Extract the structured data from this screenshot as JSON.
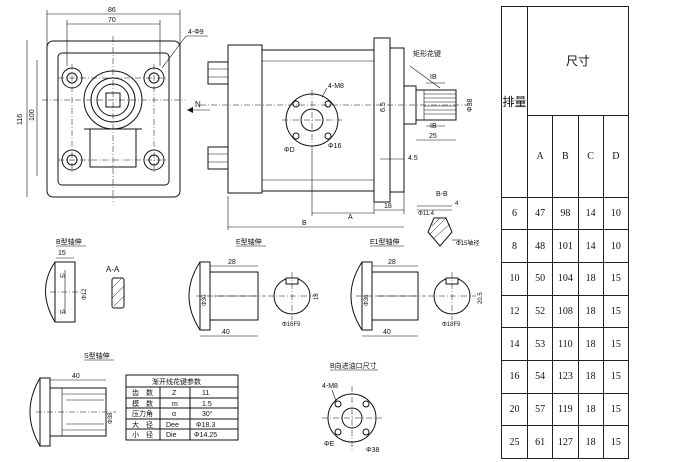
{
  "front_view": {
    "dim_86": "86",
    "dim_70": "70",
    "dim_116": "116",
    "dim_100": "100",
    "holes": "4-Φ9",
    "n_label": "N"
  },
  "side_view": {
    "title": "矩形花键",
    "ib_top": "IB",
    "ib_bottom": "IB",
    "dim_6_5": "6.5",
    "dim_38": "Φ38",
    "dim_25": "25",
    "port_holes": "4-M8",
    "dim_D": "ΦD",
    "dim_16": "Φ16",
    "dim_4_5": "4.5",
    "dim_18": "18",
    "dim_B": "B",
    "dim_A": "A"
  },
  "bb_section": {
    "title": "B-B",
    "dim_11_4": "Φ11.4",
    "dim_4": "4",
    "dim_15": "Φ15轴径"
  },
  "b_shaft": {
    "title": "B型轴伸",
    "dim_15": "15",
    "ia_top": "IA",
    "ia_bottom": "IA",
    "dim_12": "Φ12",
    "section": "A-A"
  },
  "e_shaft": {
    "title": "E型轴伸",
    "dim_28": "28",
    "dim_40": "40",
    "dim_30": "Φ30",
    "dim_18": "18",
    "dim_16f9": "Φ16F9"
  },
  "e1_shaft": {
    "title": "E1型轴伸",
    "dim_28": "28",
    "dim_40": "40",
    "dim_36": "Φ36",
    "dim_20_5": "20.5",
    "dim_18f9": "Φ18F9"
  },
  "s_shaft": {
    "title": "S型轴伸",
    "dim_40": "40",
    "dim_38": "Φ38"
  },
  "spline_table": {
    "title": "渐开线花键参数",
    "rows": [
      [
        "齿　数",
        "Z",
        "11"
      ],
      [
        "模　数",
        "m",
        "1.5"
      ],
      [
        "压力角",
        "α",
        "30°"
      ],
      [
        "大　径",
        "Dee",
        "Φ18.3"
      ],
      [
        "小　径",
        "Die",
        "Φ14.25"
      ]
    ]
  },
  "port_detail": {
    "title": "B向进油口尺寸",
    "holes": "4-M8",
    "dim_E": "ΦE",
    "dim_38": "Φ38"
  },
  "size_table": {
    "header_row": "排量",
    "header_size": "尺寸",
    "columns": [
      "A",
      "B",
      "C",
      "D"
    ],
    "rows": [
      [
        "6",
        "47",
        "98",
        "14",
        "10"
      ],
      [
        "8",
        "48",
        "101",
        "14",
        "10"
      ],
      [
        "10",
        "50",
        "104",
        "18",
        "15"
      ],
      [
        "12",
        "52",
        "108",
        "18",
        "15"
      ],
      [
        "14",
        "53",
        "110",
        "18",
        "15"
      ],
      [
        "16",
        "54",
        "123",
        "18",
        "15"
      ],
      [
        "20",
        "57",
        "119",
        "18",
        "15"
      ],
      [
        "25",
        "61",
        "127",
        "18",
        "15"
      ]
    ]
  }
}
